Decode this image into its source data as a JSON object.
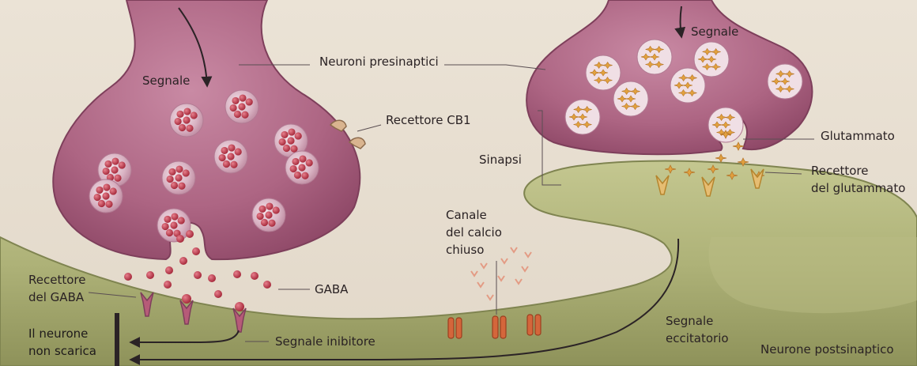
{
  "labels": {
    "segnale_left": "Segnale",
    "neuroni_presinaptici": "Neuroni presinaptici",
    "segnale_right": "Segnale",
    "recettore_cb1": "Recettore CB1",
    "glutammato": "Glutammato",
    "sinapsi": "Sinapsi",
    "recettore_glutammato_1": "Recettore",
    "recettore_glutammato_2": "del glutammato",
    "canale_calcio_1": "Canale",
    "canale_calcio_2": "del calcio",
    "canale_calcio_3": "chiuso",
    "recettore_gaba_1": "Recettore",
    "recettore_gaba_2": "del GABA",
    "gaba": "GABA",
    "neurone_non_scarica_1": "Il neurone",
    "neurone_non_scarica_2": "non scarica",
    "segnale_inibitore": "Segnale inibitore",
    "segnale_eccitatorio_1": "Segnale",
    "segnale_eccitatorio_2": "eccitatorio",
    "neurone_postsinaptico": "Neurone postsinaptico"
  },
  "colors": {
    "background": "#e7ddcf",
    "presynaptic_neuron": "#a55a78",
    "postsynaptic_neuron": "#a9ad74",
    "gaba_molecule": "#b8374b",
    "glutamate_molecule": "#e0a03c",
    "calcium_channel": "#d4663b"
  }
}
